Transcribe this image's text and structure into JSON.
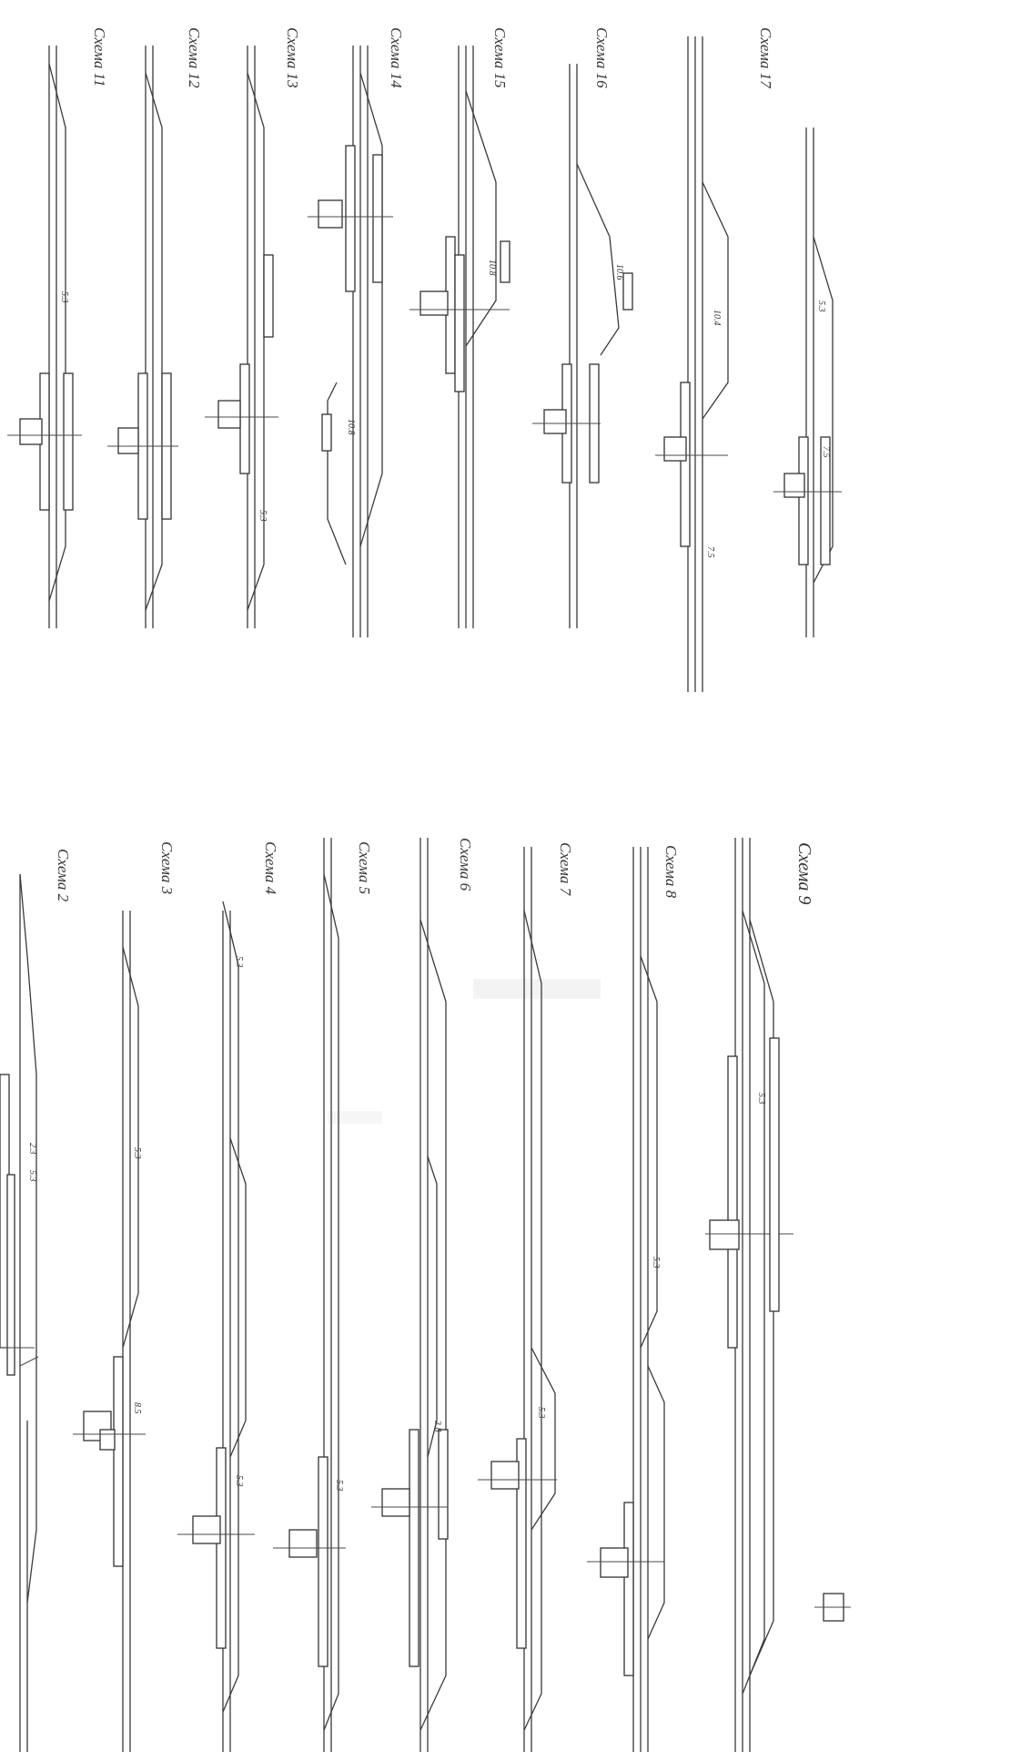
{
  "scheme_labels": {
    "s2": "Схема 2",
    "s3": "Схема 3",
    "s4": "Схема 4",
    "s5": "Схема 5",
    "s6": "Схема 6",
    "s7": "Схема 7",
    "s8": "Схема 8",
    "s9": "Схема 9",
    "s11": "Схема 11",
    "s12": "Схема 12",
    "s13": "Схема 13",
    "s14": "Схема 14",
    "s15": "Схема 15",
    "s16": "Схема 16",
    "s17": "Схема 17"
  },
  "dimension_labels": {
    "d53": "5.3",
    "d85": "8.5",
    "d106": "10.6",
    "d108": "10.8",
    "d104": "10.4",
    "d75": "7.5",
    "d23": "2.3",
    "d38": "3.8",
    "d75b": "7.5"
  }
}
